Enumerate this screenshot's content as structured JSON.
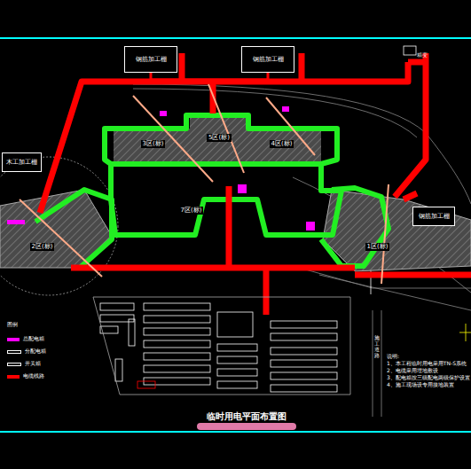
{
  "diagram": {
    "title": "临时用电平面布置图",
    "nodes": [
      {
        "text": [
          "钢筋加工棚"
        ]
      },
      {
        "text": [
          "钢筋加工棚"
        ]
      },
      {
        "text": [
          "木工加工棚"
        ]
      },
      {
        "text": [
          "钢筋加工棚"
        ]
      },
      {
        "text": [
          "3区(标)"
        ]
      },
      {
        "text": [
          "5区(标)"
        ]
      },
      {
        "text": [
          "4区(标)"
        ]
      },
      {
        "text": [
          "2区(标)"
        ]
      },
      {
        "text": [
          "7区(标)"
        ]
      },
      {
        "text": [
          "1区(标)"
        ]
      }
    ],
    "edges": [
      {
        "from": 0,
        "to": 1,
        "arrow": "none"
      }
    ],
    "labels": [
      "施工道路",
      "箱变",
      "说明:",
      "1、本工程临时用电采用TN-S系统",
      "2、电缆采用埋地敷设",
      "3、配电箱按三级配电两级保护设置",
      "4、施工现场设专用接地装置",
      "图例"
    ],
    "legend": [
      {
        "text": "总配电箱",
        "color": "#ff00ff"
      },
      {
        "text": "分配电箱"
      },
      {
        "text": "开关箱"
      },
      {
        "text": "电缆线路",
        "color": "#ff0000"
      }
    ]
  }
}
